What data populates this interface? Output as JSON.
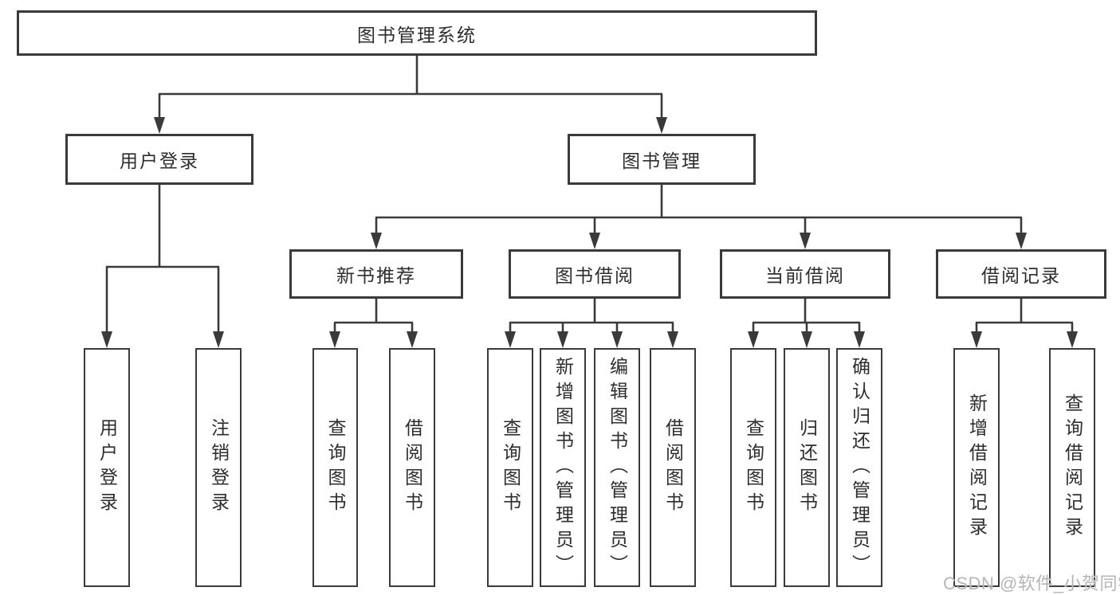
{
  "diagram": {
    "type": "hierarchy-tree",
    "colors": {
      "line": "#3a3a3a",
      "box_border": "#3a3a3a",
      "box_fill": "#ffffff",
      "text": "#2d2d2d",
      "watermark_text": "#b5b5b5",
      "background": "#ffffff"
    },
    "root": {
      "label": "图书管理系统"
    },
    "level2": [
      {
        "label": "用户登录",
        "parent": "图书管理系统"
      },
      {
        "label": "图书管理",
        "parent": "图书管理系统"
      }
    ],
    "level3": [
      {
        "label": "新书推荐",
        "parent": "图书管理"
      },
      {
        "label": "图书借阅",
        "parent": "图书管理"
      },
      {
        "label": "当前借阅",
        "parent": "图书管理"
      },
      {
        "label": "借阅记录",
        "parent": "图书管理"
      }
    ],
    "leaves": [
      {
        "label": "用户登录",
        "parent": "用户登录"
      },
      {
        "label": "注销登录",
        "parent": "用户登录"
      },
      {
        "label": "查询图书",
        "parent": "新书推荐"
      },
      {
        "label": "借阅图书",
        "parent": "新书推荐"
      },
      {
        "label": "查询图书",
        "parent": "图书借阅"
      },
      {
        "label": "新增图书（管理员）",
        "parent": "图书借阅"
      },
      {
        "label": "编辑图书（管理员）",
        "parent": "图书借阅"
      },
      {
        "label": "借阅图书",
        "parent": "图书借阅"
      },
      {
        "label": "查询图书",
        "parent": "当前借阅"
      },
      {
        "label": "归还图书",
        "parent": "当前借阅"
      },
      {
        "label": "确认归还（管理员）",
        "parent": "当前借阅"
      },
      {
        "label": "新增借阅记录",
        "parent": "借阅记录"
      },
      {
        "label": "查询借阅记录",
        "parent": "借阅记录"
      }
    ]
  },
  "watermark": {
    "text": "CSDN @软件_小贺同学"
  }
}
